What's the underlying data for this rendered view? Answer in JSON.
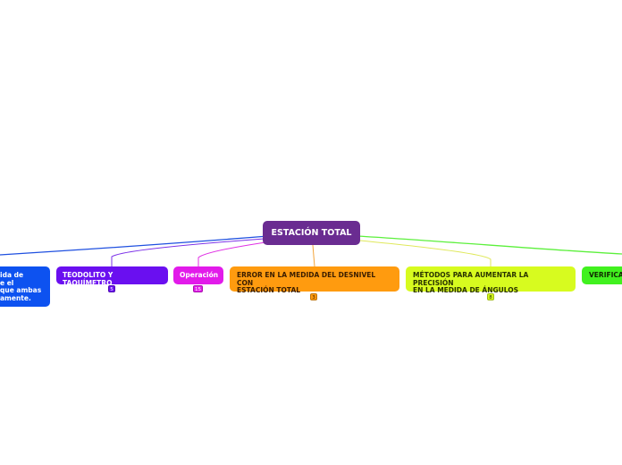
{
  "root": {
    "label": "ESTACIÓN TOTAL",
    "color": "#6a2c91"
  },
  "branches": [
    {
      "id": "b0",
      "label": "ida de\ne el\nque ambas\namente.",
      "color": "#0d52f0",
      "text_color": "#ffffff",
      "link_color": "#1f50e0",
      "badge": ""
    },
    {
      "id": "b1",
      "label": "TEODOLITO Y TAQUÍMETRO",
      "color": "#6a0ff0",
      "text_color": "#ffffff",
      "link_color": "#7b30e8",
      "badge": "5"
    },
    {
      "id": "b2",
      "label": "Operación",
      "color": "#e21bea",
      "text_color": "#ffffff",
      "link_color": "#e030e4",
      "badge": "15"
    },
    {
      "id": "b3",
      "label": "ERROR EN LA MEDIDA DEL DESNIVEL CON\nESTACIÓN TOTAL",
      "color": "#ff9b0f",
      "text_color": "#3a1d00",
      "link_color": "#f3a43a",
      "badge": "3"
    },
    {
      "id": "b4",
      "label": "MÉTODOS PARA AUMENTAR LA PRECISIÓN\nEN LA MEDIDA DE ÁNGULOS",
      "color": "#d7fb1f",
      "text_color": "#2a3400",
      "link_color": "#dfe85a",
      "badge": "8"
    },
    {
      "id": "b5",
      "label": "VERIFICA",
      "color": "#41f11f",
      "text_color": "#102800",
      "link_color": "#5cf03c",
      "badge": ""
    }
  ]
}
